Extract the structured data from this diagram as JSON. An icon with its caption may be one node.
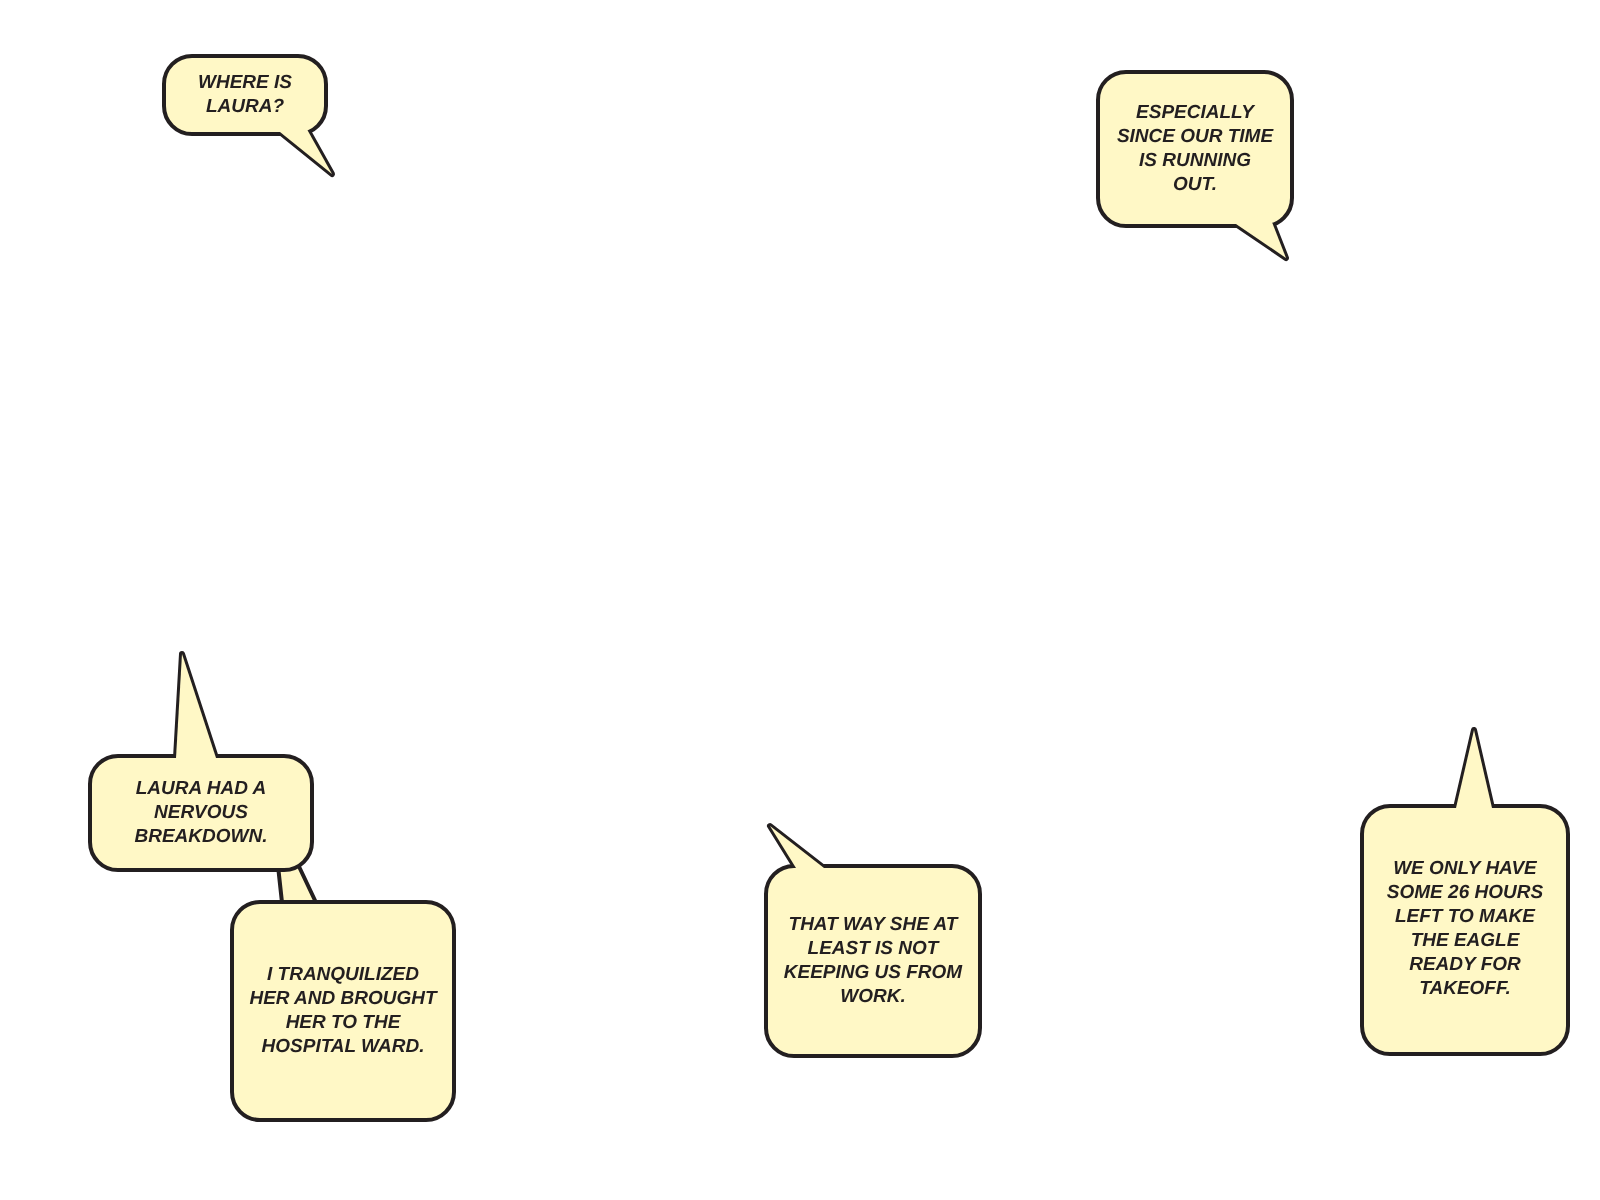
{
  "diagram": {
    "nodes": [
      {
        "text": [
          "WHERE IS LAURA?"
        ]
      },
      {
        "text": [
          "ESPECIALLY SINCE OUR TIME IS RUNNING OUT."
        ]
      },
      {
        "text": [
          "LAURA HAD A NERVOUS BREAKDOWN."
        ]
      },
      {
        "text": [
          "I TRANQUILIZED HER AND BROUGHT HER TO THE HOSPITAL WARD."
        ]
      },
      {
        "text": [
          "THAT WAY SHE AT LEAST IS NOT KEEPING US FROM WORK."
        ]
      },
      {
        "text": [
          "WE ONLY HAVE SOME 26 HOURS LEFT TO MAKE THE EAGLE READY FOR TAKEOFF."
        ]
      }
    ],
    "edges": [
      {
        "from": 2,
        "to": 3,
        "arrow": "none"
      }
    ]
  }
}
